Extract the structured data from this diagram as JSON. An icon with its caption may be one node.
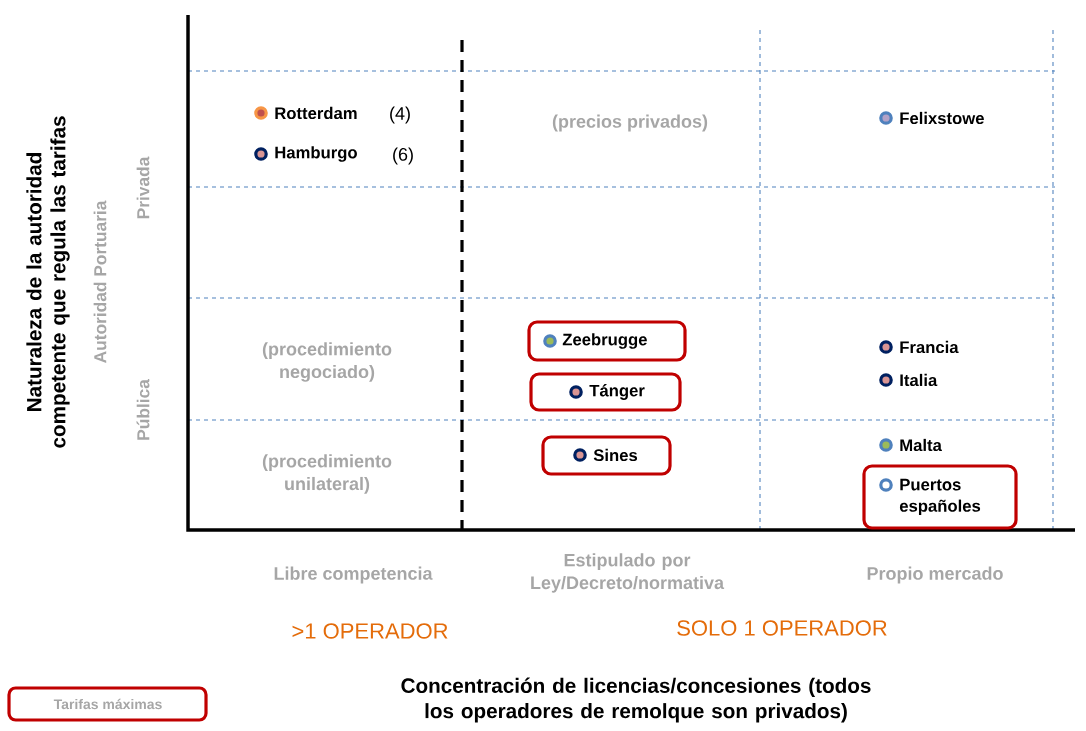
{
  "diagram": {
    "nodes": [
      {
        "text": [
          "Zeebrugge"
        ]
      },
      {
        "text": [
          "Tánger"
        ]
      },
      {
        "text": [
          "Sines"
        ]
      },
      {
        "text": [
          "Puertos españoles"
        ]
      }
    ],
    "labels": [
      "Naturaleza de la autoridad competente que regula las tarifas",
      "Autoridad Portuaria",
      "Privada",
      "Pública",
      "Rotterdam",
      "(4)",
      "(precios privados)",
      "Felixstowe",
      "Hamburgo",
      "(6)",
      "(procedimiento negociado)",
      "Francia",
      "Italia",
      "(procedimiento unilateral)",
      "Malta",
      "Libre competencia",
      "Estipulado por Ley/Decreto/normativa",
      "Propio mercado",
      ">1 OPERADOR",
      "SOLO 1 OPERADOR",
      "Concentración de licencias/concesiones (todos los operadores de remolque son privados)"
    ],
    "legend": [
      {
        "text": "Tarifas máximas"
      }
    ]
  }
}
